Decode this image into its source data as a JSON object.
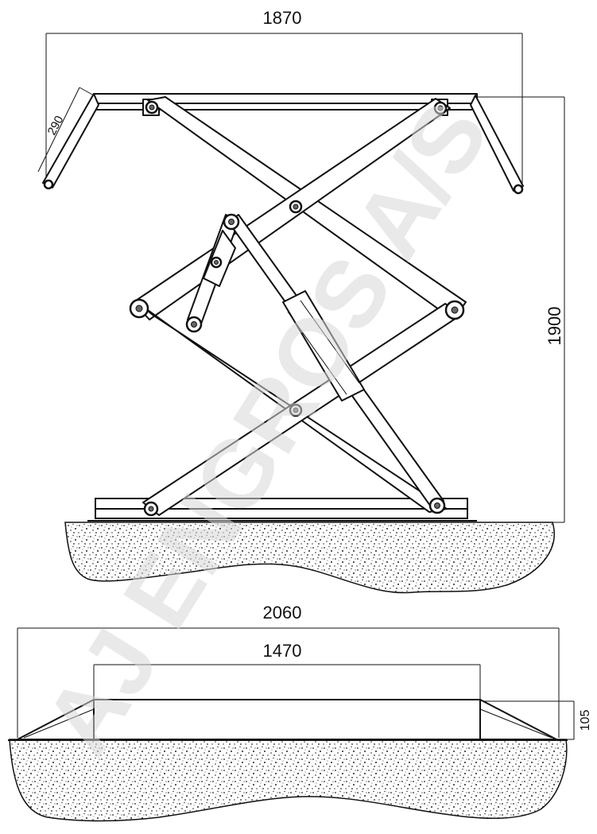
{
  "side_view": {
    "width_dim": "1870",
    "height_dim": "1900",
    "ramp_dim": "290"
  },
  "bottom_view": {
    "overall_dim": "2060",
    "platform_dim": "1470",
    "height_dim": "105"
  },
  "watermark": {
    "text": "AJ ENGROS A/S"
  },
  "colors": {
    "line": "#111111",
    "watermark": "#d8d8d8",
    "background": "#ffffff"
  }
}
